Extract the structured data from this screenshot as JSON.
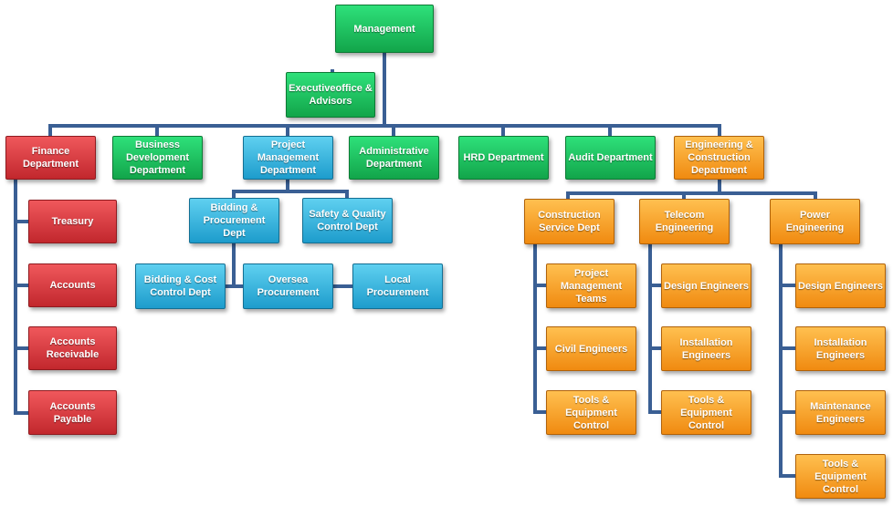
{
  "colors": {
    "connector": "#3a5f94",
    "green": "#1fbf5b",
    "red": "#d9393e",
    "blue": "#35b5e0",
    "orange": "#f7a52e"
  },
  "nodes": {
    "management": "Management",
    "executive": "Executiveoffice &\nAdvisors",
    "finance": "Finance\nDepartment",
    "treasury": "Treasury",
    "accounts": "Accounts",
    "accounts_receivable": "Accounts\nReceivable",
    "accounts_payable": "Accounts Payable",
    "business": "Business\nDevelopment\nDepartment",
    "project_mgmt_dept": "Project\nManagement\nDepartment",
    "bidding_procurement": "Bidding &\nProcurement Dept",
    "safety_quality": "Safety & Quality\nControl Dept",
    "bidding_cost": "Bidding & Cost\nControl Dept",
    "oversea": "Oversea\nProcurement",
    "local_procurement": "Local Procurement",
    "administrative": "Administrative\nDepartment",
    "hrd": "HRD Department",
    "audit": "Audit Department",
    "engineering": "Engineering &\nConstruction\nDepartment",
    "construction_service": "Construction\nService Dept",
    "cs_pm_teams": "Project\nManagement\nTeams",
    "cs_civil": "Civil Engineers",
    "cs_tools": "Tools &\nEquipment Control",
    "telecom": "Telecom\nEngineering",
    "tel_design": "Design Engineers",
    "tel_install": "Installation\nEngineers",
    "tel_tools": "Tools &\nEquipment Control",
    "power": "Power Engineering",
    "pow_design": "Design Engineers",
    "pow_install": "Installation\nEngineers",
    "pow_maint": "Maintenance\nEngineers",
    "pow_tools": "Tools &\nEquipment Control"
  }
}
